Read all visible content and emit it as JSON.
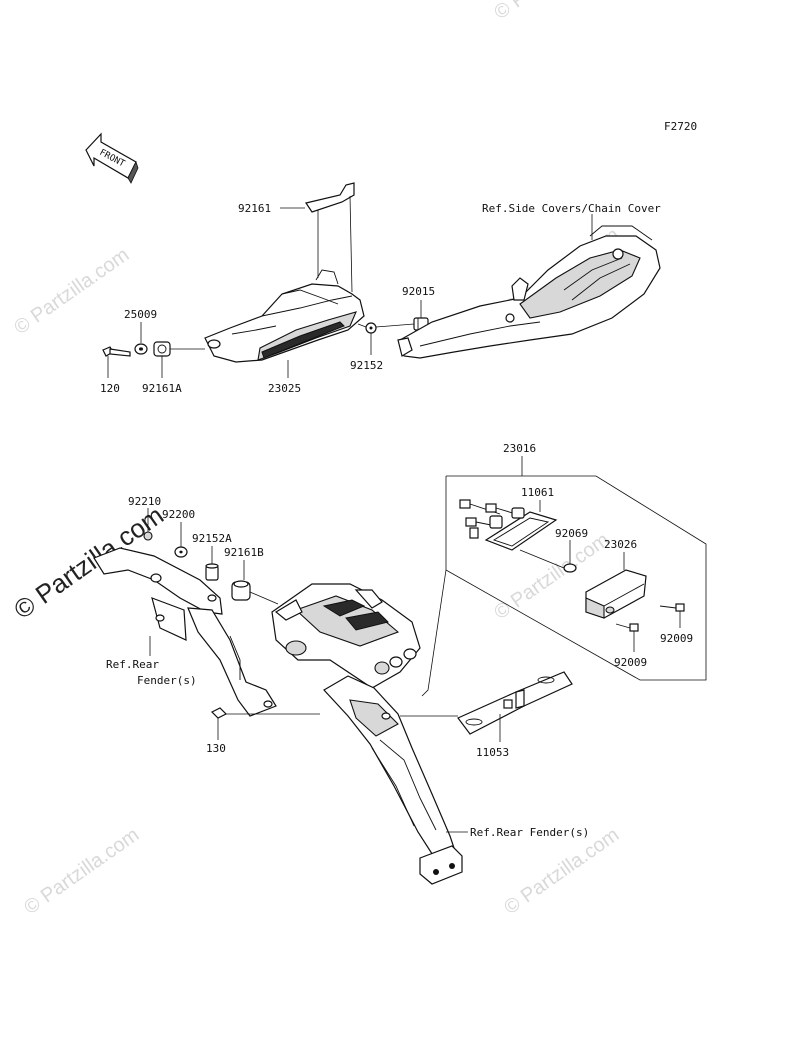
{
  "figure_code": "F2720",
  "front_indicator": "FRONT",
  "watermarks": {
    "text": "© Partzilla.com",
    "prominent_text": "© Partzilla.com"
  },
  "part_labels": {
    "p92161": "92161",
    "p25009": "25009",
    "p120": "120",
    "p92161A": "92161A",
    "p23025": "23025",
    "p92015": "92015",
    "p92152": "92152",
    "ref_side_covers": "Ref.Side Covers/Chain Cover",
    "p23016": "23016",
    "p11061": "11061",
    "p92069": "92069",
    "p23026": "23026",
    "p92009a": "92009",
    "p92009b": "92009",
    "p92210": "92210",
    "p92200": "92200",
    "p92152A": "92152A",
    "p92161B": "92161B",
    "ref_rear_fender_1": "Ref.Rear",
    "ref_rear_fender_2": "Fender(s)",
    "p130": "130",
    "p11053": "11053",
    "ref_rear_fender_full": "Ref.Rear Fender(s)"
  }
}
